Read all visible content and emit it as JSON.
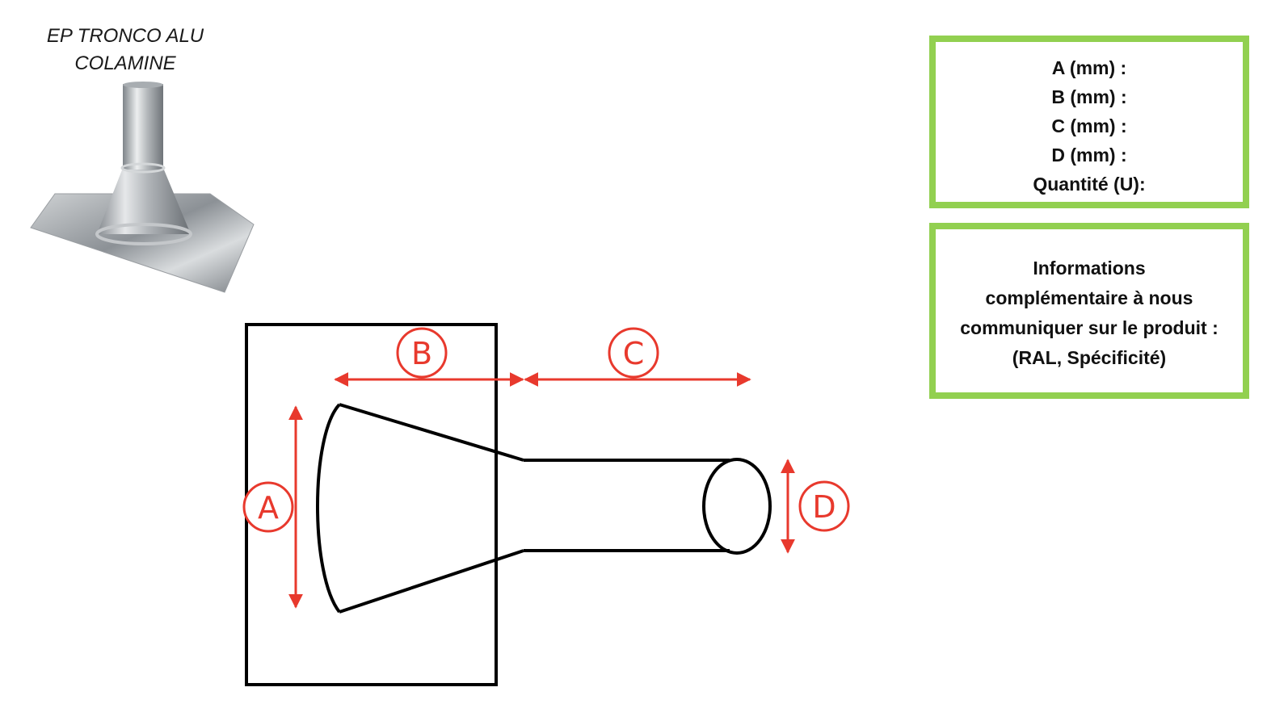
{
  "product": {
    "title_line1": "EP TRONCO ALU",
    "title_line2": "COLAMINE"
  },
  "diagram": {
    "label_a": "A",
    "label_b": "B",
    "label_c": "C",
    "label_d": "D",
    "accent_color": "#e8392d"
  },
  "dimensions_box": {
    "border_color": "#92d050",
    "rows": [
      "A (mm) :",
      "B (mm) :",
      "C (mm) :",
      "D (mm) :",
      "Quantité (U):"
    ]
  },
  "notes_box": {
    "lines": [
      "Informations",
      "complémentaire à nous",
      "communiquer sur le produit :",
      "(RAL, Spécificité)"
    ]
  }
}
